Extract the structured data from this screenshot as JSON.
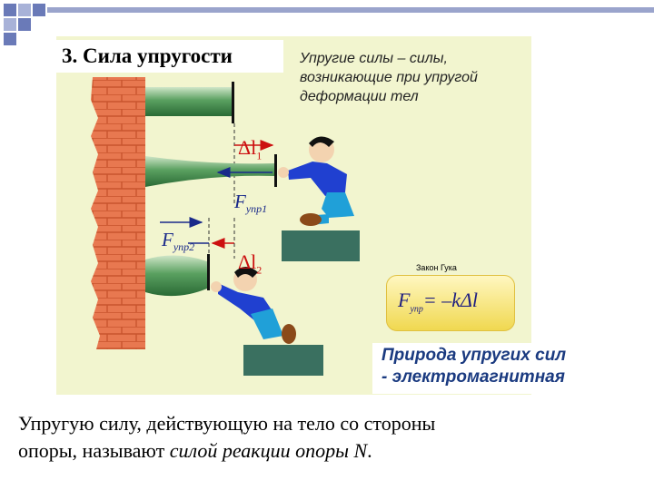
{
  "title": "3. Сила упругости",
  "definition": {
    "line1": "Упругие силы – силы,",
    "line2": "возникающие при упругой",
    "line3": "деформации тел"
  },
  "labels": {
    "delta_l1": "Δl",
    "delta_l1_sub": "1",
    "f_upr1": "F",
    "f_upr1_sub": "упр1",
    "f_upr2": "F",
    "f_upr2_sub": "упр2",
    "delta_l2": "Δl",
    "delta_l2_sub": "2"
  },
  "hooke": {
    "title": "Закон Гука",
    "f": "F",
    "f_sub": "упр",
    "rhs": "= –kΔl"
  },
  "nature": {
    "line1": "Природа упругих сил",
    "line2": "- электромагнитная"
  },
  "bottom": {
    "part1": "Упругую силу, действующую на тело со стороны",
    "part2": "опоры, называют ",
    "emph": "силой реакции опоры N",
    "part3": "."
  },
  "colors": {
    "slide_bg": "#f2f5cf",
    "brick": "#e87850",
    "arrow_blue": "#1a2a8a",
    "label_red": "#cc1010",
    "nature_text": "#1a3a80",
    "person_shirt": "#2040d0",
    "person_pants": "#20a0d8",
    "rod_green": "#3a8a4a",
    "stand_green": "#3a7060"
  },
  "icons": [
    "corner-squares-decoration",
    "brick-wall",
    "green-rod",
    "stretched-rod",
    "compressed-rod",
    "person-pulling",
    "person-pushing",
    "stand-block"
  ]
}
